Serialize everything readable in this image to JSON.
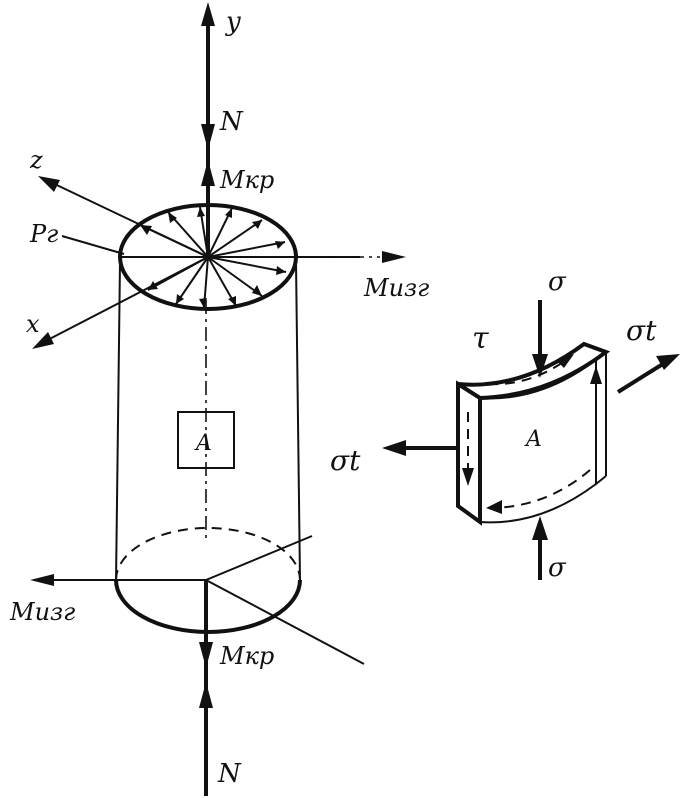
{
  "labels": {
    "y_axis": "y",
    "z_axis": "z",
    "x_axis": "x",
    "axial_force_top": "N",
    "axial_force_bottom": "N",
    "torque_top": "Mкр",
    "torque_bottom": "Mкр",
    "bending_moment_right": "Mизг",
    "bending_moment_left": "Mизг",
    "pressure": "Pг",
    "cylinder_point": "A",
    "element_point": "A",
    "shear_stress": "τ",
    "normal_stress_top": "σ",
    "normal_stress_bottom": "σ",
    "hoop_stress_right": "σt",
    "hoop_stress_left": "σt"
  }
}
